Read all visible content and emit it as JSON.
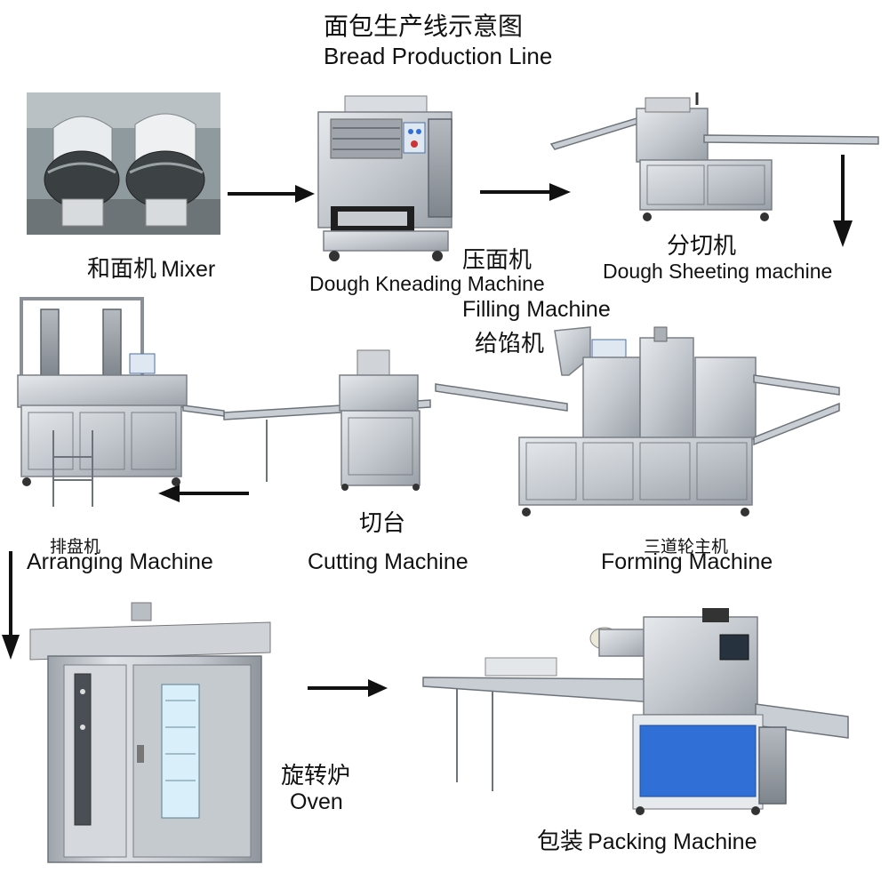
{
  "title": {
    "chinese": "面包生产线示意图",
    "english": "Bread Production Line"
  },
  "machines": {
    "mixer": {
      "chinese": "和面机",
      "english": "Mixer"
    },
    "kneading": {
      "english": "Dough Kneading Machine",
      "chinese": "压面机"
    },
    "sheeting": {
      "chinese": "分切机",
      "english": "Dough Sheeting machine"
    },
    "filling": {
      "english": "Filling Machine",
      "chinese": "给馅机"
    },
    "arranging": {
      "chinese": "排盘机",
      "english": "Arranging Machine"
    },
    "cutting": {
      "chinese": "切台",
      "english": "Cutting Machine"
    },
    "forming": {
      "chinese": "三道轮主机",
      "english": "Forming Machine"
    },
    "oven": {
      "chinese": "旋转炉",
      "english": "Oven"
    },
    "packing": {
      "chinese": "包装",
      "english": "Packing Machine"
    }
  },
  "colors": {
    "arrow": "#111111",
    "steel": "#c7ccd2",
    "packing_blue": "#2f6fd6"
  }
}
